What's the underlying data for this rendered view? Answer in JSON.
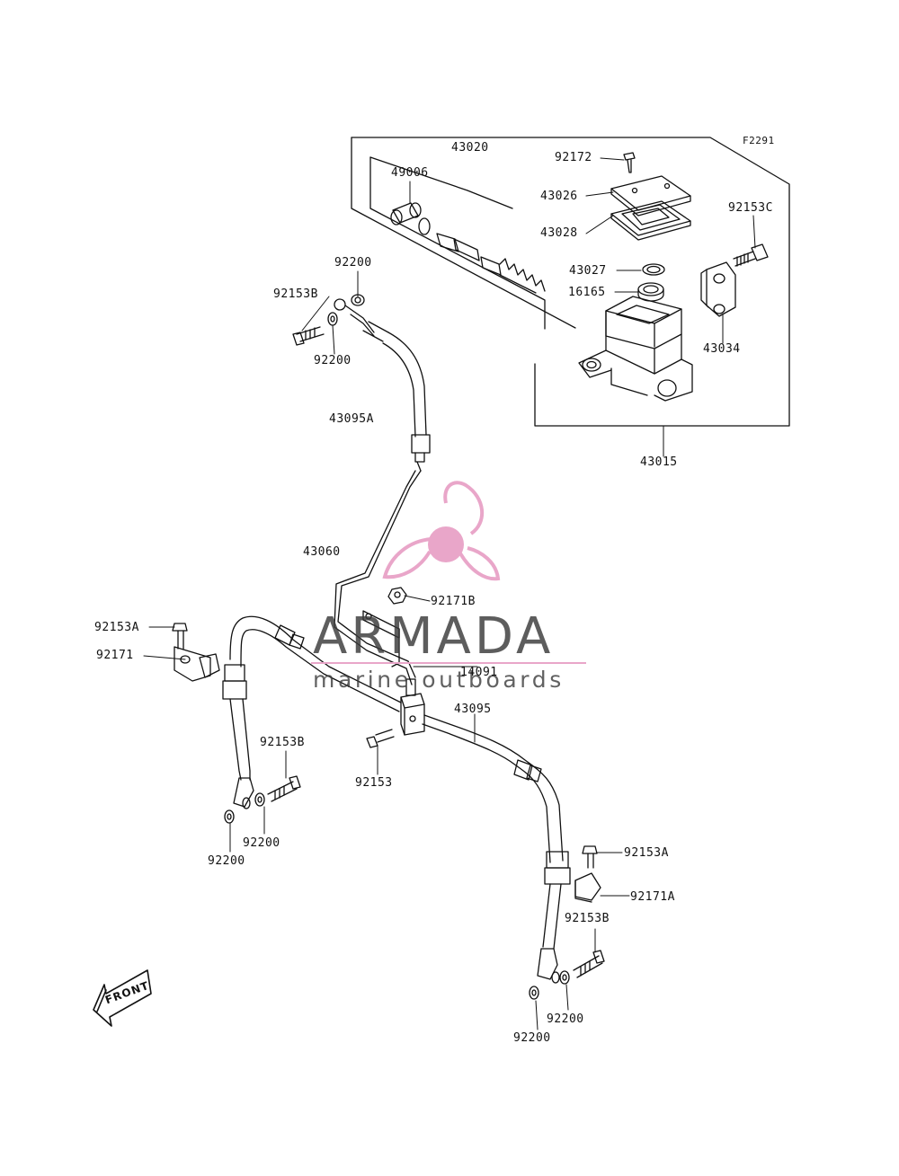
{
  "figure_id": "F2291",
  "watermark": {
    "brand": "ARMADA",
    "tagline": "marine outboards",
    "accent_color": "#e9a6c9",
    "text_color": "#3a3a3a"
  },
  "front_label": "FRONT",
  "labels": {
    "p43020": "43020",
    "p92172": "92172",
    "p49006": "49006",
    "p43026": "43026",
    "p92153C": "92153C",
    "p43028": "43028",
    "p43027": "43027",
    "p16165": "16165",
    "p43034": "43034",
    "p43015": "43015",
    "p92200_top": "92200",
    "p92153B_top": "92153B",
    "p92200_top2": "92200",
    "p43095A": "43095A",
    "p43060": "43060",
    "p92171B": "92171B",
    "p14091": "14091",
    "p43095": "43095",
    "p92153A_left": "92153A",
    "p92171_left": "92171",
    "p92153B_left": "92153B",
    "p92153_center": "92153",
    "p92200_left1": "92200",
    "p92200_left2": "92200",
    "p92153A_right": "92153A",
    "p92171A_right": "92171A",
    "p92153B_right": "92153B",
    "p92200_right1": "92200",
    "p92200_right2": "92200"
  }
}
